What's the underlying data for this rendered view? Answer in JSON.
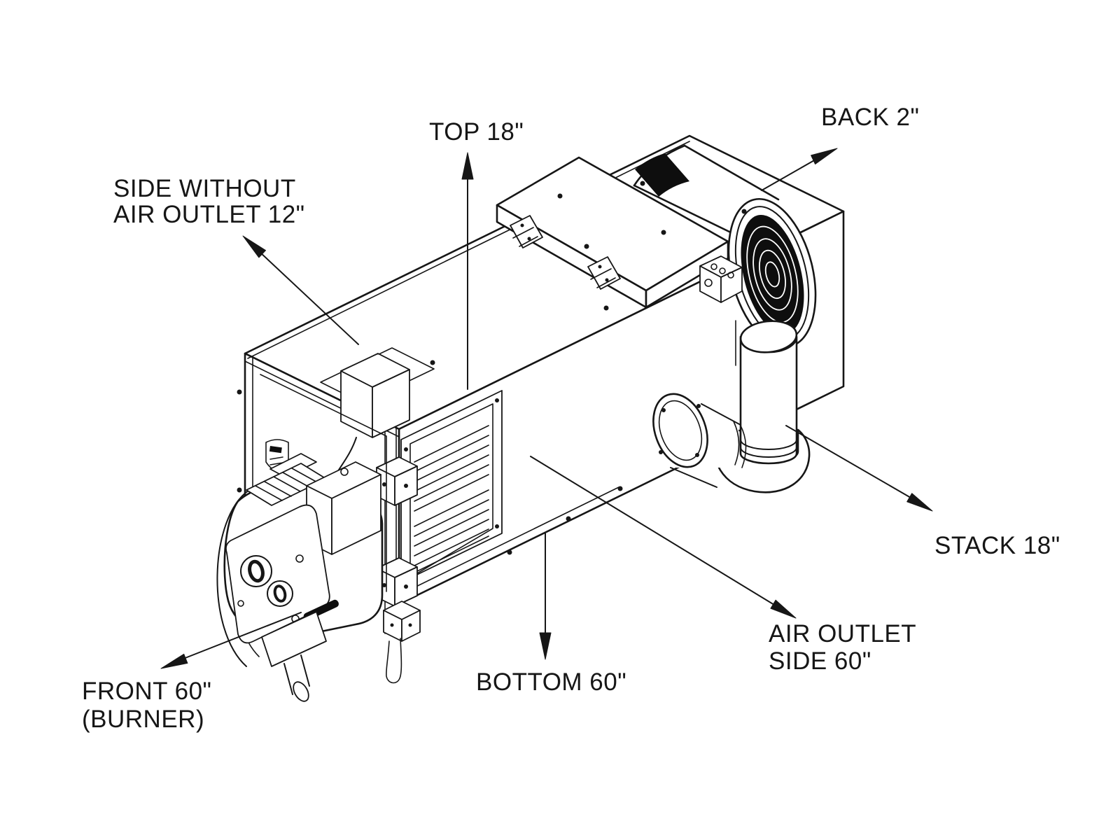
{
  "page": {
    "background": "#ffffff"
  },
  "diagram": {
    "type": "isometric-clearance-diagram",
    "subject": "oil-fired-furnace-unit",
    "line_color": "#161616",
    "labels": {
      "top": "TOP 18\"",
      "back": "BACK 2\"",
      "side_without_1": "SIDE WITHOUT",
      "side_without_2": "AIR OUTLET 12\"",
      "stack": "STACK 18\"",
      "air_outlet_1": "AIR OUTLET",
      "air_outlet_2": "SIDE 60\"",
      "bottom": "BOTTOM 60\"",
      "front_1": "FRONT 60\"",
      "front_2": "(BURNER)"
    }
  }
}
